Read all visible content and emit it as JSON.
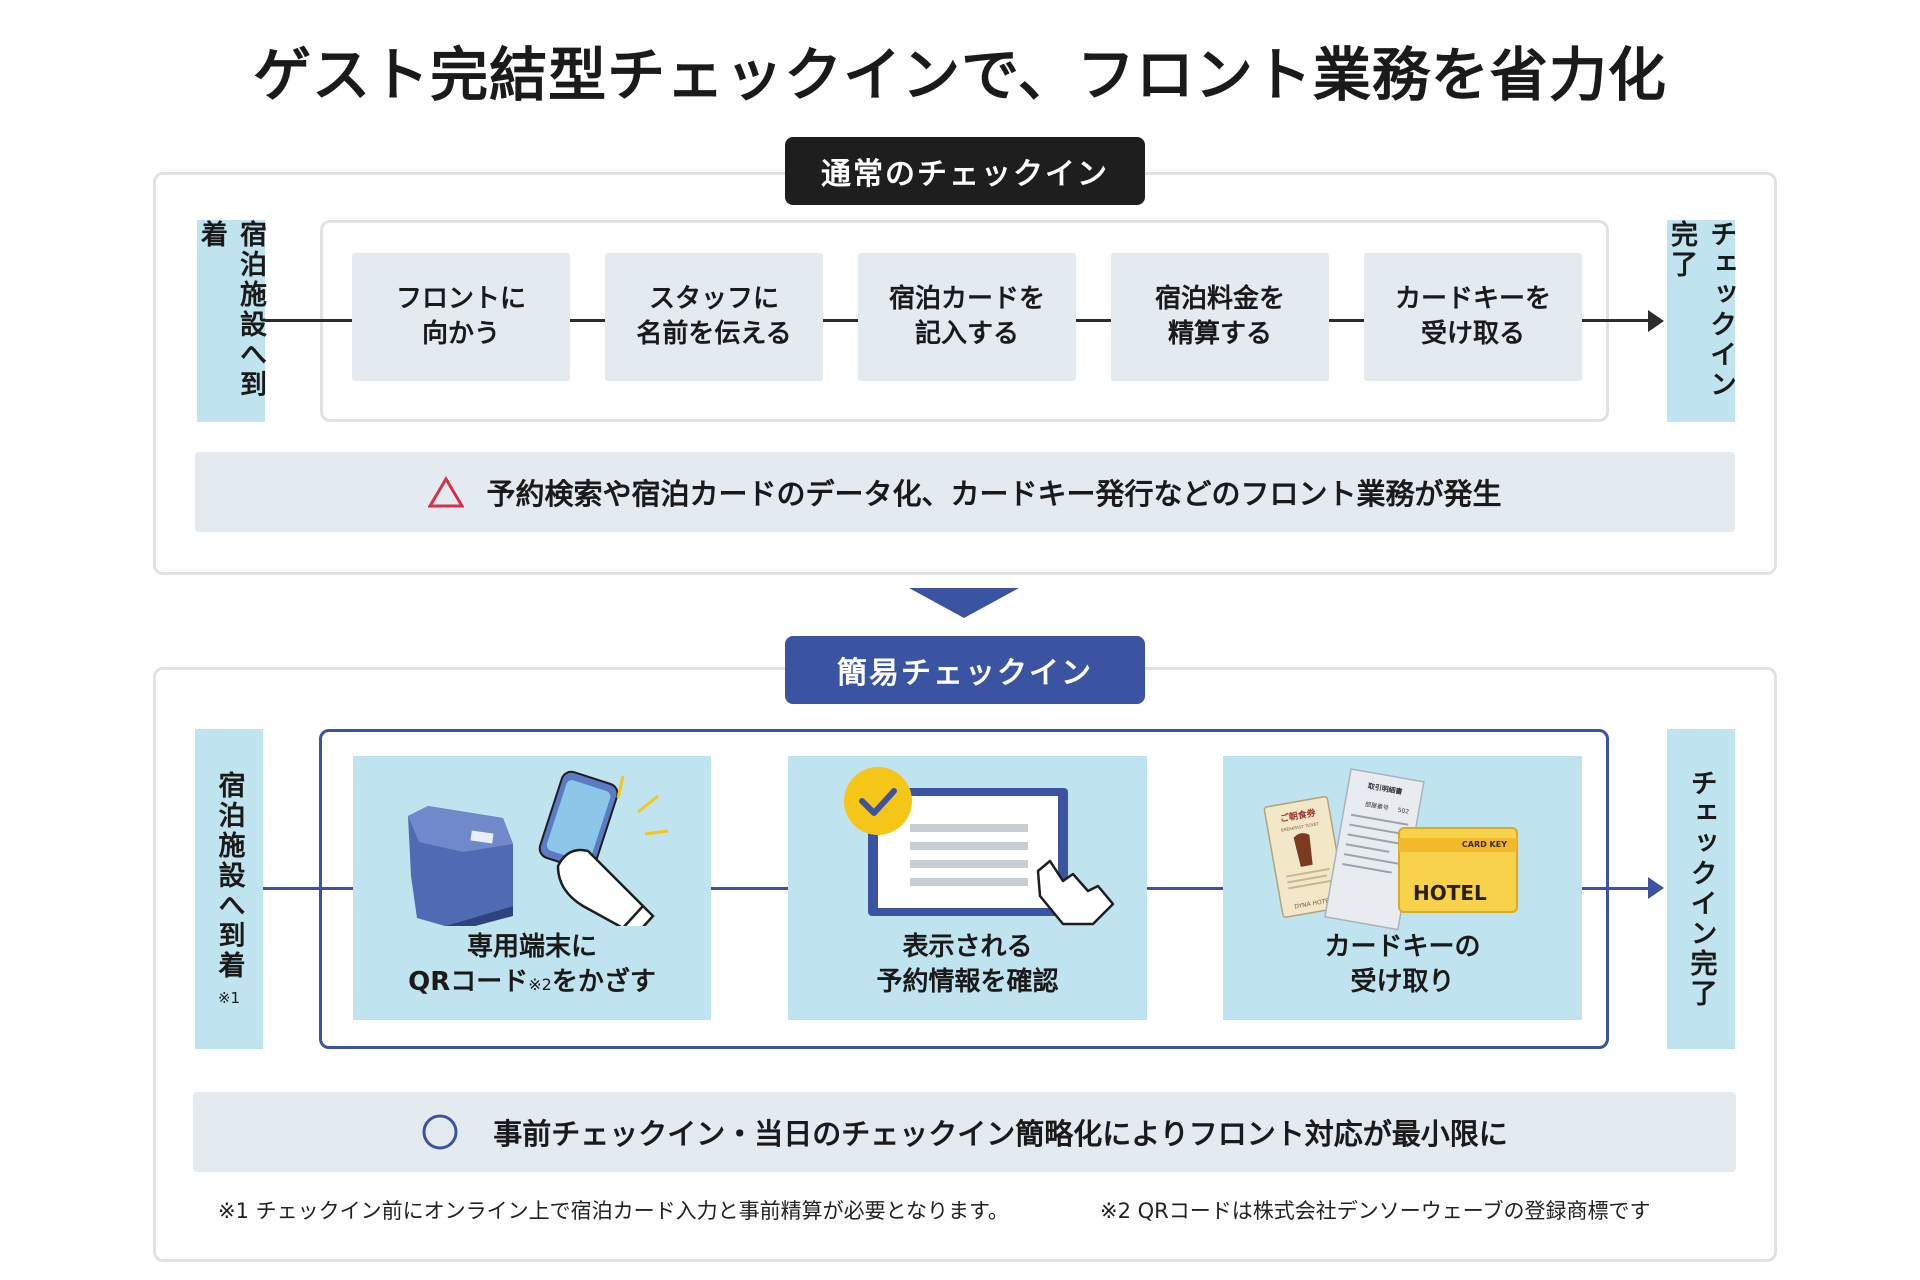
{
  "title": "ゲスト完結型チェックインで、フロント業務を省力化",
  "normal": {
    "label": "通常のチェックイン",
    "start": "宿泊施設へ到着",
    "end": "チェックイン完了",
    "steps": [
      "フロントに\n向かう",
      "スタッフに\n名前を伝える",
      "宿泊カードを\n記入する",
      "宿泊料金を\n精算する",
      "カードキーを\n受け取る"
    ],
    "note": "予約検索や宿泊カードのデータ化、カードキー発行などのフロント業務が発生"
  },
  "simple": {
    "label": "簡易チェックイン",
    "start": "宿泊施設へ到着",
    "start_note": "※1",
    "end": "チェックイン完了",
    "step1_line1": "専用端末に",
    "step1_line2a": "QRコード",
    "step1_sup": "※2",
    "step1_line2b": "をかざす",
    "step2_line1": "表示される",
    "step2_line2": "予約情報を確認",
    "step3_line1": "カードキーの",
    "step3_line2": "受け取り",
    "ticket_title": "ご朝食券",
    "ticket_sub": "BREAKFAST TICKET",
    "ticket_hotel": "DYNA HOTEL",
    "receipt_title": "取引明細書",
    "receipt_room_label": "部屋番号",
    "receipt_room_no": "502",
    "key_label": "CARD KEY",
    "key_hotel": "HOTEL",
    "note": "事前チェックイン・当日のチェックイン簡略化によりフロント対応が最小限に"
  },
  "footnotes": {
    "f1": "※1 チェックイン前にオンライン上で宿泊カード入力と事前精算が必要となります。",
    "f2": "※2 QRコードは株式会社デンソーウェーブの登録商標です"
  },
  "colors": {
    "dark": "#1e1e1e",
    "navy": "#3b54a1",
    "light_blue": "#bfe3ef",
    "gray_box": "#e4ebf0",
    "warning": "#d6304a",
    "yellow": "#f5c518"
  },
  "icons": [
    "warning-triangle-icon",
    "circle-ok-icon",
    "down-arrow-icon",
    "qr-reader-icon",
    "tablet-check-icon",
    "card-key-icon"
  ]
}
